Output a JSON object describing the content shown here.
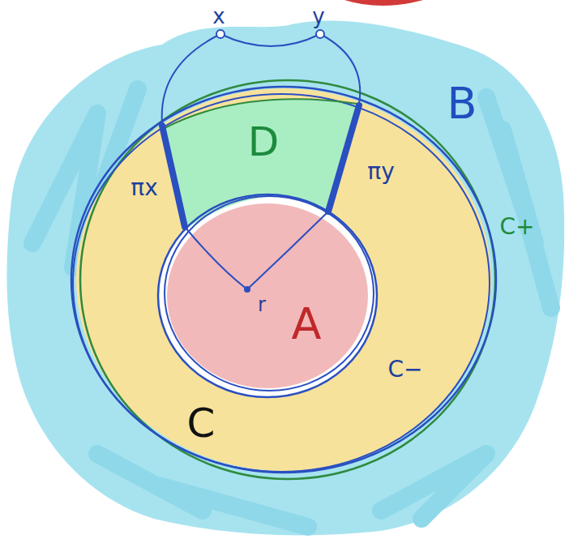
{
  "diagram": {
    "nodes": [
      {
        "text": [
          "B"
        ]
      },
      {
        "text": [
          "C"
        ],
        "in": 0
      },
      {
        "text": [
          "D"
        ],
        "in": 1
      },
      {
        "text": [
          "A"
        ],
        "in": 1
      }
    ],
    "labels": [
      "x",
      "y",
      "πx",
      "πy",
      "r",
      "C+",
      "C−"
    ]
  }
}
